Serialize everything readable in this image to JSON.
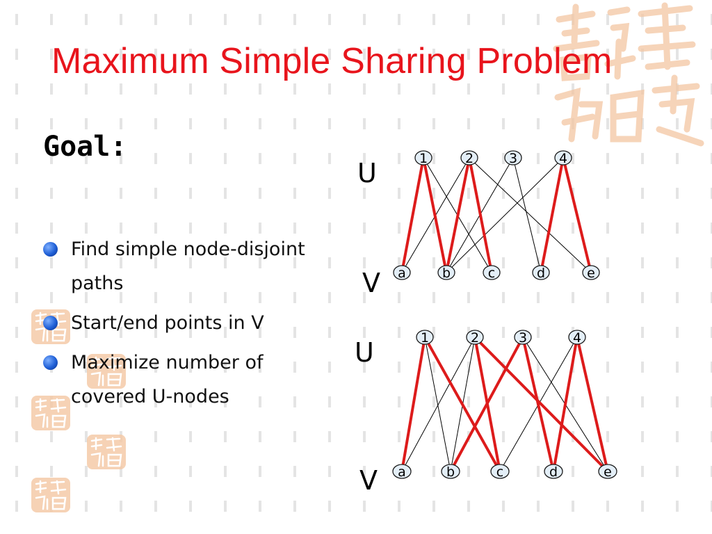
{
  "slide": {
    "title": "Maximum Simple Sharing Problem",
    "goal_heading": "Goal:",
    "bullets": [
      {
        "text": "Find simple node-disjoint paths"
      },
      {
        "text": "Start/end points in V"
      },
      {
        "text": "Maximize number of covered U-nodes"
      }
    ]
  },
  "colors": {
    "title": "#e8141c",
    "highlight_edge": "#dd1b1b",
    "plain_edge": "#000000",
    "node_fill": "#e3eef7",
    "bullet": "#1f5fd6",
    "seal": "#f3b98a"
  },
  "graphs": [
    {
      "id": "top",
      "partition_labels": {
        "upper": "U",
        "lower": "V"
      },
      "upper_nodes": [
        "1",
        "2",
        "3",
        "4"
      ],
      "lower_nodes": [
        "a",
        "b",
        "c",
        "d",
        "e"
      ],
      "plain_edges": [
        [
          "1",
          "c"
        ],
        [
          "2",
          "a"
        ],
        [
          "2",
          "e"
        ],
        [
          "3",
          "b"
        ],
        [
          "3",
          "d"
        ],
        [
          "4",
          "b"
        ]
      ],
      "highlight_edges": [
        [
          "1",
          "a"
        ],
        [
          "1",
          "b"
        ],
        [
          "2",
          "b"
        ],
        [
          "2",
          "c"
        ],
        [
          "4",
          "d"
        ],
        [
          "4",
          "e"
        ]
      ]
    },
    {
      "id": "bottom",
      "partition_labels": {
        "upper": "U",
        "lower": "V"
      },
      "upper_nodes": [
        "1",
        "2",
        "3",
        "4"
      ],
      "lower_nodes": [
        "a",
        "b",
        "c",
        "d",
        "e"
      ],
      "plain_edges": [
        [
          "1",
          "b"
        ],
        [
          "2",
          "a"
        ],
        [
          "2",
          "b"
        ],
        [
          "3",
          "e"
        ],
        [
          "4",
          "c"
        ]
      ],
      "highlight_edges": [
        [
          "1",
          "a"
        ],
        [
          "1",
          "c"
        ],
        [
          "2",
          "c"
        ],
        [
          "2",
          "e"
        ],
        [
          "3",
          "b"
        ],
        [
          "3",
          "d"
        ],
        [
          "4",
          "d"
        ],
        [
          "4",
          "e"
        ]
      ]
    }
  ]
}
